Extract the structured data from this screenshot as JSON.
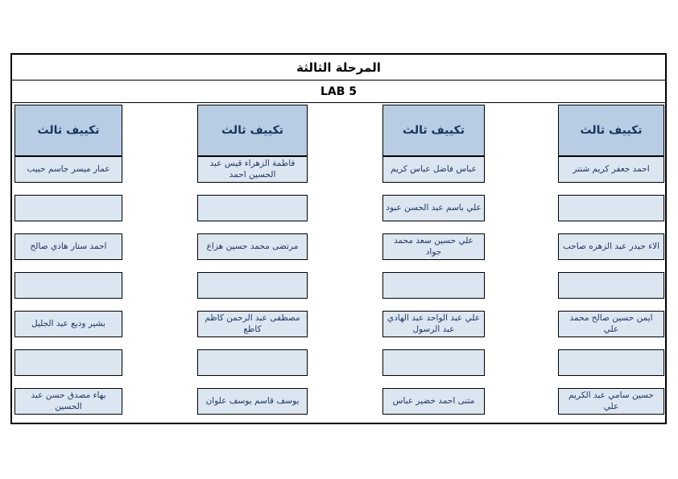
{
  "page": {
    "title": "المرحلة الثالثة",
    "subtitle": "LAB 5"
  },
  "colors": {
    "header_fill": "#b8cce4",
    "cell_fill": "#dce6f1",
    "border": "#000000",
    "name_text": "#1f3864",
    "title_text": "#000000"
  },
  "columns": [
    {
      "header": "تكييف ثالث",
      "rows": [
        "احمد جعفر كريم شنتر",
        "",
        "الاء حيدر عبد الزهره صاحب",
        "",
        "ايمن حسين صالح محمد علي",
        "",
        "حسين سامي عبد الكريم علي"
      ]
    },
    {
      "header": "تكييف ثالث",
      "rows": [
        "عباس فاضل عباس كريم",
        "علي باسم عبد الحسن عبود",
        "علي حسين سعد محمد جواد",
        "",
        "علي عبد الواحد عبد الهادي عبد الرسول",
        "",
        "مثنى احمد خضير عباس"
      ]
    },
    {
      "header": "تكييف ثالث",
      "rows": [
        "فاطمة الزهراء قيس عبد الحسين احمد",
        "",
        "مرتضى محمد حسين هزاع",
        "",
        "مصطفى عبد الرحمن كاظم كاطع",
        "",
        "يوسف قاسم يوسف علوان"
      ]
    },
    {
      "header": "تكييف ثالث",
      "rows": [
        "عمار ميسر جاسم حبيب",
        "",
        "احمد ستار هادي صالح",
        "",
        "بشير وديع عبد الجليل",
        "",
        "بهاء مصدق حسن عبد الحسين"
      ]
    }
  ]
}
